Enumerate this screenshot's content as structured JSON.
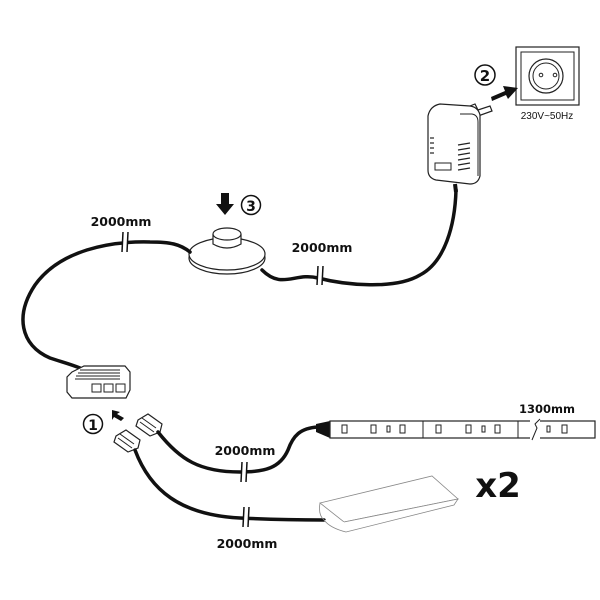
{
  "diagram": {
    "title": "LED strip wiring diagram",
    "labels": {
      "cable_switch_to_splitter": "2000mm",
      "cable_adapter_to_switch": "2000mm",
      "cable_strip_1": "2000mm",
      "cable_strip_2": "2000mm",
      "strip_length": "1300mm",
      "socket_rating": "230V~50Hz",
      "quantity": "x2"
    },
    "steps": [
      {
        "number": "1",
        "description": "plug connectors into splitter"
      },
      {
        "number": "2",
        "description": "plug adapter into socket"
      },
      {
        "number": "3",
        "description": "press foot switch"
      }
    ],
    "components": [
      "power-adapter",
      "wall-socket",
      "foot-switch",
      "splitter-box",
      "connector-plugs",
      "led-strip",
      "led-strip-reel"
    ]
  }
}
